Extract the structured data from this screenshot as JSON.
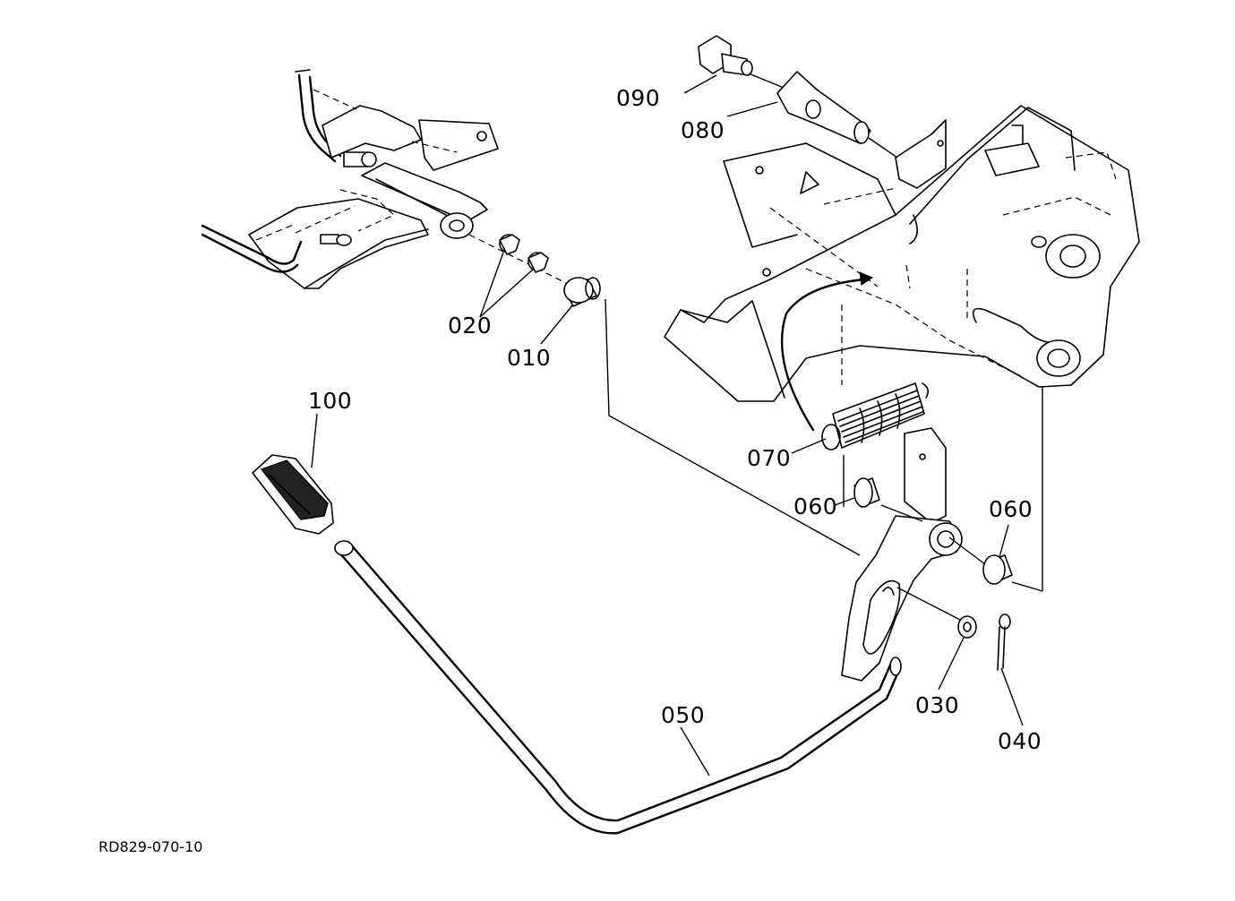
{
  "drawing_code": "RD829-070-10",
  "callouts": {
    "p010": "010",
    "p020": "020",
    "p030": "030",
    "p040": "040",
    "p050": "050",
    "p060a": "060",
    "p060b": "060",
    "p070": "070",
    "p080": "080",
    "p090": "090",
    "p100": "100"
  }
}
